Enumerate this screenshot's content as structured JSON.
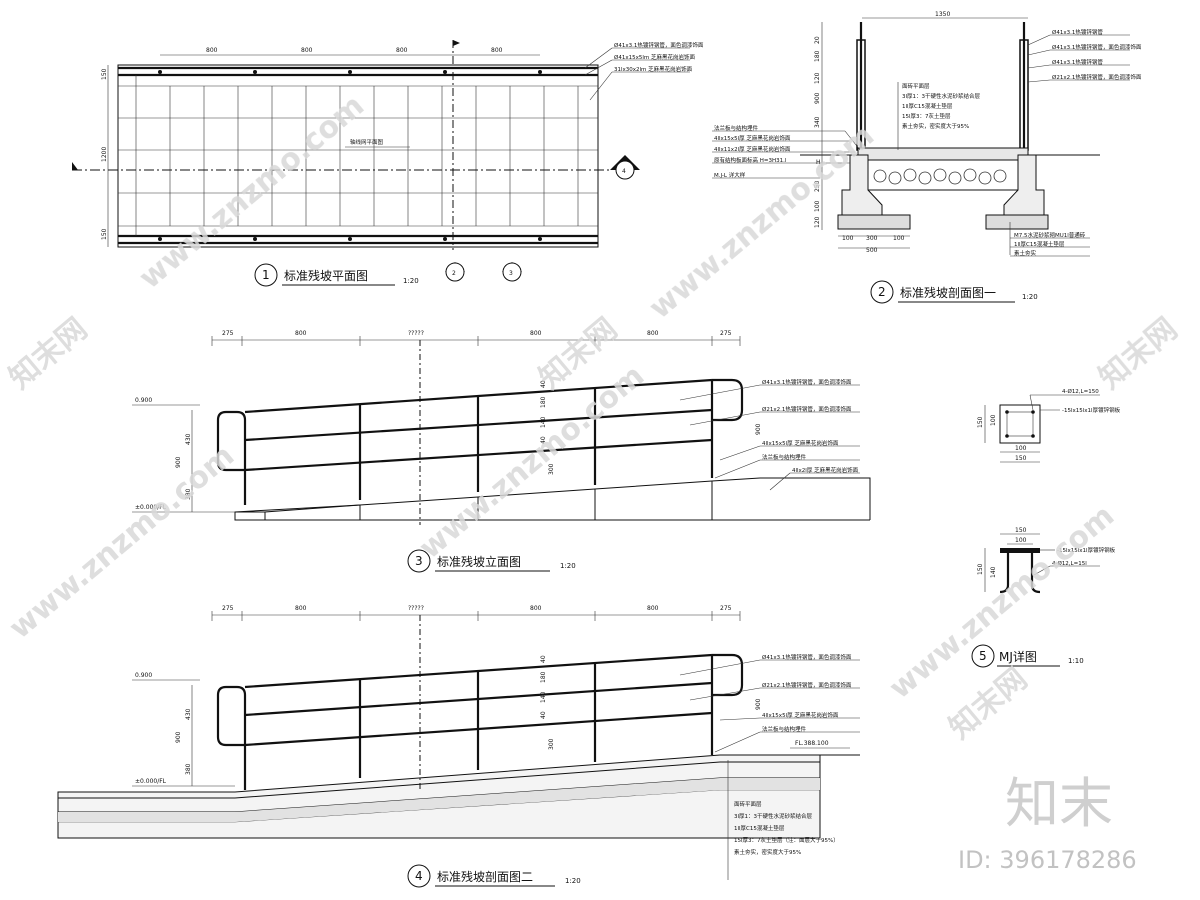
{
  "views": {
    "v1": {
      "num": "1",
      "title": "标准残坡平面图",
      "scale": "1:20",
      "dims_top": [
        "800",
        "800",
        "800",
        "800"
      ],
      "dims_left": [
        "150",
        "1200",
        "150"
      ],
      "label_mid": "轴线网平面图",
      "section_marks": [
        "2",
        "3",
        "4"
      ],
      "callouts": [
        "Ø41x3.1热镀锌钢管，面色调漆饰面",
        "Ø41x15x5lm 芝麻黑花岗岩饰面",
        "31lx30x2lm 芝麻黑花岗岩饰面"
      ]
    },
    "v2": {
      "num": "2",
      "title": "标准残坡剖面图一",
      "scale": "1:20",
      "dim_width": "1350",
      "dims_left": [
        "20",
        "180",
        "120",
        "900",
        "340",
        "H",
        "250",
        "100",
        "120"
      ],
      "dims_bottom": [
        "100",
        "300",
        "100",
        "500"
      ],
      "callouts_right": [
        "Ø41x3.1热镀锌钢管",
        "Ø41x3.1热镀锌钢管，面色调漆饰面",
        "Ø41x3.1热镀锌钢管",
        "Ø21x2.1热镀锌钢管，面色调漆饰面"
      ],
      "callouts_mid": [
        "面砖平面层",
        "3l厚1：3干硬性水泥砂浆结合层",
        "1ll厚C15混凝土垫层",
        "15l厚3：7灰土垫层",
        "素土夯实，密实度大于95%"
      ],
      "callouts_left": [
        "法兰板与结构埋件",
        "4llx15x5l厚 芝麻黑花岗岩饰面",
        "4llx11x2l厚 芝麻黑花岗岩饰面",
        "原有结构板面标高 H=3H31.l",
        "M.J-L 详大样"
      ],
      "callouts_bottom": [
        "M7.5水泥砂浆砌MU1l普通砖",
        "1ll厚C15混凝土垫层",
        "素土夯实"
      ]
    },
    "v3": {
      "num": "3",
      "title": "标准残坡立面图",
      "scale": "1:20",
      "dims_top": [
        "275",
        "800",
        "?????",
        "800",
        "800",
        "275"
      ],
      "level_top": "0.900",
      "level_bottom": "±0.000/FL",
      "dims_left": [
        "430",
        "900",
        "380"
      ],
      "dims_post": [
        "40",
        "180",
        "140",
        "40",
        "300",
        "900"
      ],
      "callouts": [
        "Ø41x3.1热镀锌钢管，面色调漆饰面",
        "Ø21x2.1热镀锌钢管，面色调漆饰面",
        "4llx15x5l厚 芝麻黑花岗岩饰面",
        "法兰板与结构埋件",
        "4llx2l厚 芝麻黑花岗岩饰面"
      ]
    },
    "v4": {
      "num": "4",
      "title": "标准残坡剖面图二",
      "scale": "1:20",
      "dims_top": [
        "275",
        "800",
        "?????",
        "800",
        "800",
        "275"
      ],
      "level_top": "0.900",
      "level_bottom": "±0.000/FL",
      "level_right": "FL.388.100",
      "dims_left": [
        "430",
        "900",
        "380"
      ],
      "dims_post": [
        "40",
        "180",
        "140",
        "40",
        "300",
        "900"
      ],
      "callouts": [
        "Ø41x3.1热镀锌钢管，面色调漆饰面",
        "Ø21x2.1热镀锌钢管，面色调漆饰面",
        "4llx15x5l厚 芝麻黑花岗岩饰面",
        "法兰板与结构埋件"
      ],
      "callouts_bottom": [
        "面砖平面层",
        "3l厚1：3干硬性水泥砂浆结合层",
        "1ll厚C15混凝土垫层",
        "15l厚3：7灰土垫层（注：面层大于95%）",
        "素土夯实，密实度大于95%"
      ]
    },
    "v5": {
      "num": "5",
      "title": "MJ详图",
      "scale": "1:10",
      "top_callouts": [
        "4-Ø12,L=150",
        "-15lx15lx1l厚镀锌钢板"
      ],
      "top_dims": [
        "150",
        "100",
        "100",
        "150"
      ],
      "bottom_callouts": [
        "-15lx15lx1l厚镀锌钢板",
        "4-Ø12,L=15l"
      ],
      "bottom_dims": [
        "150",
        "100",
        "140",
        "150"
      ]
    }
  },
  "watermark": {
    "site": "www.znzmo.com",
    "brand": "知末网",
    "logo": "知末",
    "id": "ID: 396178286"
  }
}
